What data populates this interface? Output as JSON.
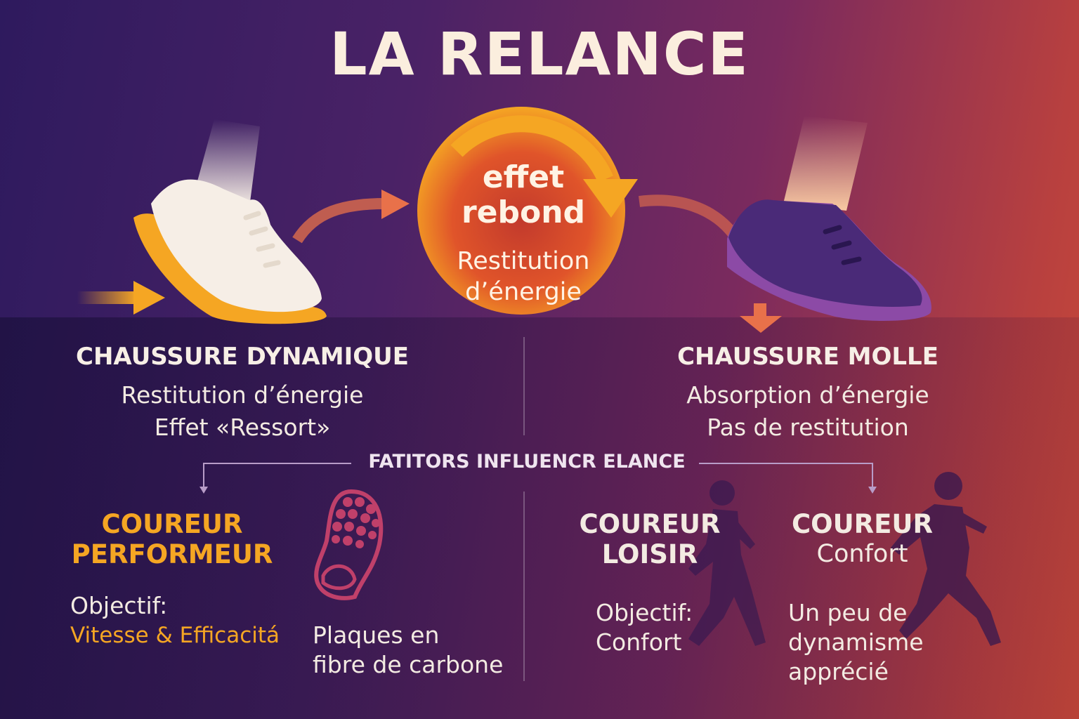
{
  "title": "LA RELANCE",
  "center": {
    "line1": "effet",
    "line2": "rebond",
    "sub1": "Restitution",
    "sub2": "d’énergie"
  },
  "left_shoe": {
    "heading": "CHAUSSURE DYNAMIQUE",
    "line1": "Restitution d’énergie",
    "line2": "Effet «Ressort»"
  },
  "right_shoe": {
    "heading": "CHAUSSURE MOLLE",
    "line1": "Absorption d’énergie",
    "line2": "Pas de restitution"
  },
  "factors_heading": "FATITORS INFLUENCR ELANCE",
  "performer": {
    "head1": "COUREUR",
    "head2": "PERFORMEUR",
    "goal_label": "Objectif:",
    "goal_value": "Vitesse & Efficacitá",
    "plate1": "Plaques en",
    "plate2": "fibre de carbone"
  },
  "loisir": {
    "head1": "COUREUR",
    "head2": "LOISIR",
    "goal_label": "Objectif:",
    "goal_value": "Confort"
  },
  "confort": {
    "head1": "COUREUR",
    "head2": "Confort",
    "line1": "Un peu de",
    "line2": "dynamisme",
    "line3": "apprécié"
  },
  "colors": {
    "accent_orange": "#f5a623",
    "soft_shoe_purple": "#4a2a78",
    "text_cream": "#f5ece0"
  },
  "icons": [
    "dynamic-shoe-icon",
    "soft-shoe-icon",
    "rebound-cycle-icon",
    "sole-outline-icon",
    "runner-silhouette-icon"
  ]
}
